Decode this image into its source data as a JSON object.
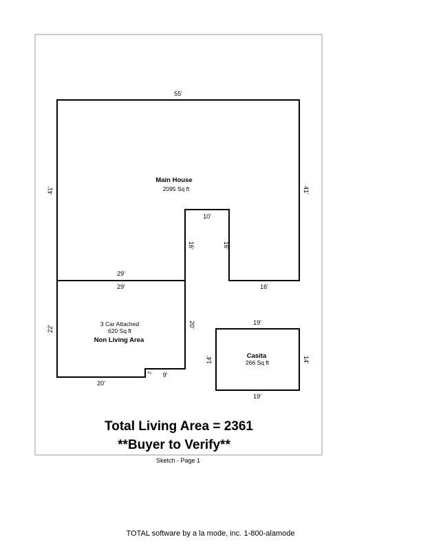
{
  "areas": {
    "main_house": {
      "name": "Main House",
      "area": "2095 Sq ft"
    },
    "garage": {
      "name_line1": "3 Car Attached",
      "area": "620 Sq ft",
      "type": "Non Living Area"
    },
    "casita": {
      "name": "Casita",
      "area": "266 Sq ft"
    }
  },
  "dimensions": {
    "main_top": "55'",
    "main_left": "41'",
    "main_right": "41'",
    "notch_top": "10'",
    "notch_left": "16'",
    "notch_right": "16'",
    "main_bottom_right": "16'",
    "main_bottom_left": "29'",
    "garage_top": "29'",
    "garage_left": "22'",
    "garage_right": "20'",
    "garage_bottom": "20'",
    "garage_step_small": "2'",
    "garage_step_right": "9'",
    "casita_top": "19'",
    "casita_bottom": "19'",
    "casita_left": "14'",
    "casita_right": "14'"
  },
  "summary": {
    "total_living_area": "Total Living Area = 2361",
    "verify_note": "**Buyer to Verify**"
  },
  "page_label": "Sketch - Page 1",
  "footer": "TOTAL software by a la mode, inc.  1-800-alamode"
}
